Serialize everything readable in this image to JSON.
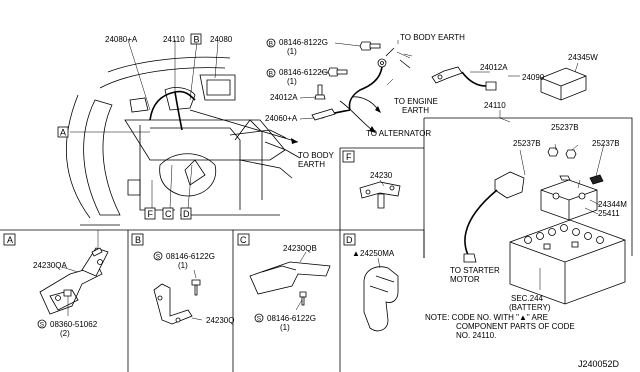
{
  "main": {
    "labels": {
      "p24080A": "24080+A",
      "p24110": "24110",
      "p24080": "24080",
      "boxB": "B",
      "bolt1": "08146-8122G",
      "bolt1_qty": "(1)",
      "bolt2": "08146-6122G",
      "bolt2_qty": "(1)",
      "p24012A_left": "24012A",
      "p24060A": "24060+A",
      "to_body_earth_top": "TO BODY EARTH",
      "to_engine_earth_1": "TO ENGINE",
      "to_engine_earth_2": "EARTH",
      "to_alternator": "TO ALTERNATOR",
      "to_body_earth_mid_1": "TO BODY",
      "to_body_earth_mid_2": "EARTH",
      "p24012A_right": "24012A",
      "p24090": "24090",
      "p24110_right": "24110",
      "p24345W": "24345W",
      "p25237B_1": "25237B",
      "p25237B_2": "25237B",
      "p25237B_3": "25237B",
      "p24344M": "24344M",
      "p25411": "25411",
      "to_starter_1": "TO STARTER",
      "to_starter_2": "MOTOR",
      "sec244_1": "SEC.244",
      "sec244_2": "(BATTERY)",
      "box_A": "A",
      "box_F": "F",
      "box_C": "C",
      "box_D": "D"
    }
  },
  "panel_F": {
    "letter": "F",
    "part": "24230"
  },
  "panel_A": {
    "letter": "A",
    "part": "24230QA",
    "bolt": "08360-51062",
    "bolt_qty": "(2)"
  },
  "panel_B": {
    "letter": "B",
    "bolt": "08146-6122G",
    "bolt_qty": "(1)",
    "part": "24230Q"
  },
  "panel_C": {
    "letter": "C",
    "part": "24230QB",
    "bolt": "08146-6122G",
    "bolt_qty": "(1)"
  },
  "panel_D": {
    "letter": "D",
    "part": "24250MA"
  },
  "note": {
    "line1": "NOTE: CODE NO. WITH \"▲\" ARE",
    "line2": "COMPONENT PARTS OF CODE",
    "line3": "NO. 24110."
  },
  "diagram_code": "J240052D",
  "symbols": {
    "circled_s": "S",
    "circled_b": "B",
    "triangle": "▲"
  }
}
